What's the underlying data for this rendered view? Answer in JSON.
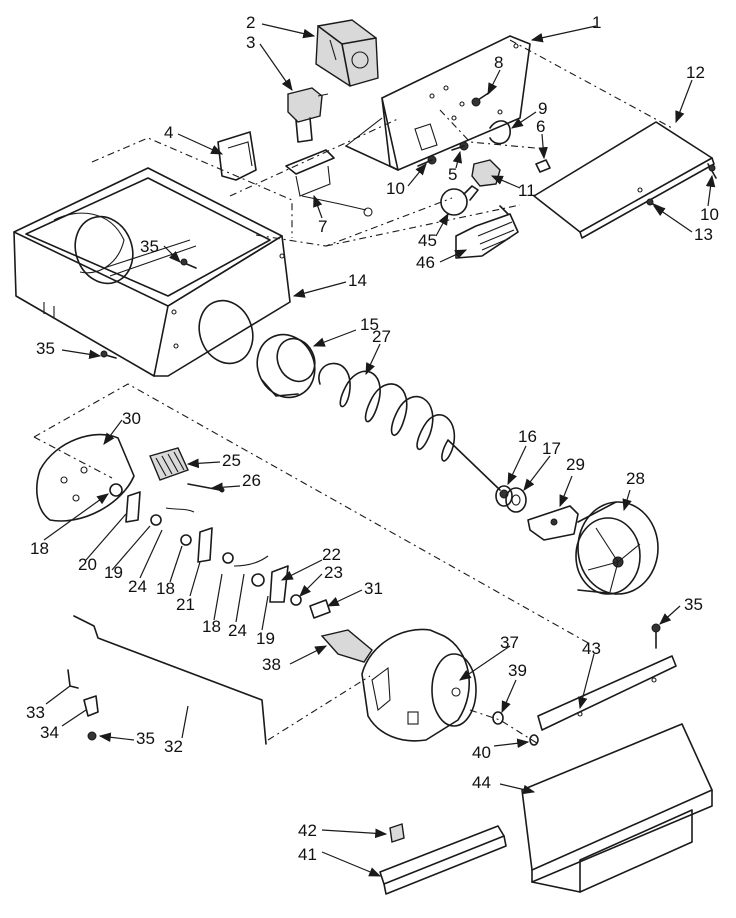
{
  "diagram": {
    "type": "exploded-parts-diagram",
    "line_color": "#1a1a1a",
    "background": "#ffffff",
    "callouts": [
      {
        "id": "c1",
        "text": "1"
      },
      {
        "id": "c2",
        "text": "2"
      },
      {
        "id": "c3",
        "text": "3"
      },
      {
        "id": "c4",
        "text": "4"
      },
      {
        "id": "c5",
        "text": "5"
      },
      {
        "id": "c6",
        "text": "6"
      },
      {
        "id": "c7",
        "text": "7"
      },
      {
        "id": "c8",
        "text": "8"
      },
      {
        "id": "c9",
        "text": "9"
      },
      {
        "id": "c10a",
        "text": "10"
      },
      {
        "id": "c10b",
        "text": "10"
      },
      {
        "id": "c11",
        "text": "11"
      },
      {
        "id": "c12",
        "text": "12"
      },
      {
        "id": "c13",
        "text": "13"
      },
      {
        "id": "c14",
        "text": "14"
      },
      {
        "id": "c15",
        "text": "15"
      },
      {
        "id": "c16",
        "text": "16"
      },
      {
        "id": "c17",
        "text": "17"
      },
      {
        "id": "c18a",
        "text": "18"
      },
      {
        "id": "c18b",
        "text": "18"
      },
      {
        "id": "c18c",
        "text": "18"
      },
      {
        "id": "c19a",
        "text": "19"
      },
      {
        "id": "c19b",
        "text": "19"
      },
      {
        "id": "c20",
        "text": "20"
      },
      {
        "id": "c21",
        "text": "21"
      },
      {
        "id": "c22",
        "text": "22"
      },
      {
        "id": "c23",
        "text": "23"
      },
      {
        "id": "c24a",
        "text": "24"
      },
      {
        "id": "c24b",
        "text": "24"
      },
      {
        "id": "c25",
        "text": "25"
      },
      {
        "id": "c26",
        "text": "26"
      },
      {
        "id": "c27",
        "text": "27"
      },
      {
        "id": "c28",
        "text": "28"
      },
      {
        "id": "c29",
        "text": "29"
      },
      {
        "id": "c30",
        "text": "30"
      },
      {
        "id": "c31",
        "text": "31"
      },
      {
        "id": "c32",
        "text": "32"
      },
      {
        "id": "c33",
        "text": "33"
      },
      {
        "id": "c34",
        "text": "34"
      },
      {
        "id": "c35a",
        "text": "35"
      },
      {
        "id": "c35b",
        "text": "35"
      },
      {
        "id": "c35c",
        "text": "35"
      },
      {
        "id": "c35d",
        "text": "35"
      },
      {
        "id": "c37",
        "text": "37"
      },
      {
        "id": "c38",
        "text": "38"
      },
      {
        "id": "c39",
        "text": "39"
      },
      {
        "id": "c40",
        "text": "40"
      },
      {
        "id": "c41",
        "text": "41"
      },
      {
        "id": "c42",
        "text": "42"
      },
      {
        "id": "c43",
        "text": "43"
      },
      {
        "id": "c44",
        "text": "44"
      },
      {
        "id": "c45",
        "text": "45"
      },
      {
        "id": "c46",
        "text": "46"
      }
    ]
  }
}
